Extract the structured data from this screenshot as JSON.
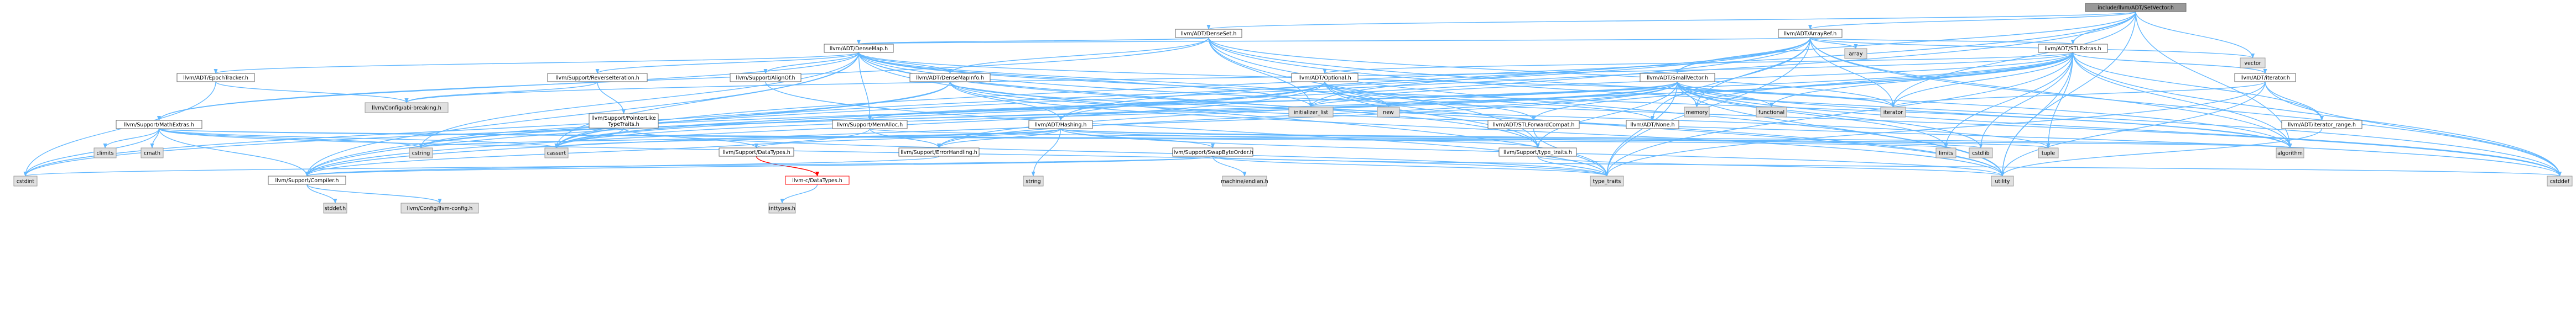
{
  "graph": {
    "styles": {
      "root": {
        "fill": "#999999",
        "stroke": "#666666",
        "edge": "#63b8ff"
      },
      "normal": {
        "fill": "#ffffff",
        "stroke": "#666666"
      },
      "system": {
        "fill": "#e0e0e0",
        "stroke": "#999999"
      },
      "red": {
        "fill": "#ffffff",
        "stroke": "#ff0000"
      }
    },
    "nodes": [
      {
        "id": "root",
        "label": "include/llvm/ADT/SetVector.h",
        "style": "root"
      },
      {
        "id": "denseset",
        "label": "llvm/ADT/DenseSet.h",
        "style": "normal"
      },
      {
        "id": "arrayref",
        "label": "llvm/ADT/ArrayRef.h",
        "style": "normal"
      },
      {
        "id": "densemap",
        "label": "llvm/ADT/DenseMap.h",
        "style": "normal"
      },
      {
        "id": "stlextras",
        "label": "llvm/ADT/STLExtras.h",
        "style": "normal"
      },
      {
        "id": "array",
        "label": "array",
        "style": "system"
      },
      {
        "id": "vector",
        "label": "vector",
        "style": "system"
      },
      {
        "id": "epoch",
        "label": "llvm/ADT/EpochTracker.h",
        "style": "normal"
      },
      {
        "id": "reverseiter",
        "label": "llvm/Support/ReverseIteration.h",
        "style": "normal"
      },
      {
        "id": "alignof",
        "label": "llvm/Support/AlignOf.h",
        "style": "normal"
      },
      {
        "id": "densemapinfo",
        "label": "llvm/ADT/DenseMapInfo.h",
        "style": "normal"
      },
      {
        "id": "optional",
        "label": "llvm/ADT/Optional.h",
        "style": "normal"
      },
      {
        "id": "smallvector",
        "label": "llvm/ADT/SmallVector.h",
        "style": "normal"
      },
      {
        "id": "iterator",
        "label": "llvm/ADT/iterator.h",
        "style": "normal"
      },
      {
        "id": "mathextras",
        "label": "llvm/Support/MathExtras.h",
        "style": "normal"
      },
      {
        "id": "abibreaking",
        "label": "llvm/Config/abi-breaking.h",
        "style": "system"
      },
      {
        "id": "pointerlike",
        "label": "llvm/Support/PointerLike\nTypeTraits.h",
        "style": "normal"
      },
      {
        "id": "memalloc",
        "label": "llvm/Support/MemAlloc.h",
        "style": "normal"
      },
      {
        "id": "hashing",
        "label": "llvm/ADT/Hashing.h",
        "style": "normal"
      },
      {
        "id": "initlist",
        "label": "initializer_list",
        "style": "system"
      },
      {
        "id": "new",
        "label": "new",
        "style": "system"
      },
      {
        "id": "stlfwd",
        "label": "llvm/ADT/STLForwardCompat.h",
        "style": "normal"
      },
      {
        "id": "none",
        "label": "llvm/ADT/None.h",
        "style": "normal"
      },
      {
        "id": "memory",
        "label": "memory",
        "style": "system"
      },
      {
        "id": "functional",
        "label": "functional",
        "style": "system"
      },
      {
        "id": "iteratorstd",
        "label": "iterator",
        "style": "system"
      },
      {
        "id": "iterrange",
        "label": "llvm/ADT/iterator_range.h",
        "style": "normal"
      },
      {
        "id": "climits",
        "label": "climits",
        "style": "system"
      },
      {
        "id": "cmath",
        "label": "cmath",
        "style": "system"
      },
      {
        "id": "cstring",
        "label": "cstring",
        "style": "system"
      },
      {
        "id": "cassert",
        "label": "cassert",
        "style": "system"
      },
      {
        "id": "datatypes",
        "label": "llvm/Support/DataTypes.h",
        "style": "normal"
      },
      {
        "id": "errhandling",
        "label": "llvm/Support/ErrorHandling.h",
        "style": "normal"
      },
      {
        "id": "swapbyte",
        "label": "llvm/Support/SwapByteOrder.h",
        "style": "normal"
      },
      {
        "id": "typetraitsllvm",
        "label": "llvm/Support/type_traits.h",
        "style": "normal"
      },
      {
        "id": "limits",
        "label": "limits",
        "style": "system"
      },
      {
        "id": "cstdlib",
        "label": "cstdlib",
        "style": "system"
      },
      {
        "id": "tuple",
        "label": "tuple",
        "style": "system"
      },
      {
        "id": "algorithm",
        "label": "algorithm",
        "style": "system"
      },
      {
        "id": "cstdint",
        "label": "cstdint",
        "style": "system"
      },
      {
        "id": "compiler",
        "label": "llvm/Support/Compiler.h",
        "style": "normal"
      },
      {
        "id": "cdatatypes",
        "label": "llvm-c/DataTypes.h",
        "style": "red"
      },
      {
        "id": "string",
        "label": "string",
        "style": "system"
      },
      {
        "id": "machineendian",
        "label": "machine/endian.h",
        "style": "system"
      },
      {
        "id": "typetraits",
        "label": "type_traits",
        "style": "system"
      },
      {
        "id": "utility",
        "label": "utility",
        "style": "system"
      },
      {
        "id": "cstddef",
        "label": "cstddef",
        "style": "system"
      },
      {
        "id": "stddef",
        "label": "stddef.h",
        "style": "system"
      },
      {
        "id": "llvmconfig",
        "label": "llvm/Config/llvm-config.h",
        "style": "system"
      },
      {
        "id": "inttypes",
        "label": "inttypes.h",
        "style": "system"
      }
    ],
    "edges": [
      [
        "root",
        "denseset"
      ],
      [
        "root",
        "arrayref"
      ],
      [
        "root",
        "stlextras"
      ],
      [
        "root",
        "smallvector"
      ],
      [
        "root",
        "compiler"
      ],
      [
        "root",
        "cassert"
      ],
      [
        "root",
        "iteratorstd"
      ],
      [
        "root",
        "vector"
      ],
      [
        "root",
        "utility"
      ],
      [
        "root",
        "algorithm"
      ],
      [
        "denseset",
        "densemap"
      ],
      [
        "denseset",
        "densemapinfo"
      ],
      [
        "denseset",
        "mathextras"
      ],
      [
        "denseset",
        "typetraitsllvm"
      ],
      [
        "denseset",
        "initlist"
      ],
      [
        "denseset",
        "utility"
      ],
      [
        "denseset",
        "cstddef"
      ],
      [
        "denseset",
        "algorithm"
      ],
      [
        "denseset",
        "iteratorstd"
      ],
      [
        "arrayref",
        "densemap"
      ],
      [
        "arrayref",
        "hashing"
      ],
      [
        "arrayref",
        "none"
      ],
      [
        "arrayref",
        "smallvector"
      ],
      [
        "arrayref",
        "stlextras"
      ],
      [
        "arrayref",
        "compiler"
      ],
      [
        "arrayref",
        "algorithm"
      ],
      [
        "arrayref",
        "array"
      ],
      [
        "arrayref",
        "cassert"
      ],
      [
        "arrayref",
        "cstddef"
      ],
      [
        "arrayref",
        "initlist"
      ],
      [
        "arrayref",
        "iteratorstd"
      ],
      [
        "arrayref",
        "memory"
      ],
      [
        "arrayref",
        "typetraits"
      ],
      [
        "arrayref",
        "vector"
      ],
      [
        "densemap",
        "densemapinfo"
      ],
      [
        "densemap",
        "epoch"
      ],
      [
        "densemap",
        "alignof"
      ],
      [
        "densemap",
        "compiler"
      ],
      [
        "densemap",
        "mathextras"
      ],
      [
        "densemap",
        "memalloc"
      ],
      [
        "densemap",
        "reverseiter"
      ],
      [
        "densemap",
        "typetraitsllvm"
      ],
      [
        "densemap",
        "algorithm"
      ],
      [
        "densemap",
        "cassert"
      ],
      [
        "densemap",
        "cstddef"
      ],
      [
        "densemap",
        "cstring"
      ],
      [
        "densemap",
        "initlist"
      ],
      [
        "densemap",
        "iteratorstd"
      ],
      [
        "densemap",
        "new"
      ],
      [
        "densemap",
        "typetraits"
      ],
      [
        "densemap",
        "utility"
      ],
      [
        "stlextras",
        "optional"
      ],
      [
        "stlextras",
        "stlfwd"
      ],
      [
        "stlextras",
        "iterator"
      ],
      [
        "stlextras",
        "iterrange"
      ],
      [
        "stlextras",
        "abibreaking"
      ],
      [
        "stlextras",
        "errhandling"
      ],
      [
        "stlextras",
        "algorithm"
      ],
      [
        "stlextras",
        "cassert"
      ],
      [
        "stlextras",
        "cstddef"
      ],
      [
        "stlextras",
        "cstdint"
      ],
      [
        "stlextras",
        "cstdlib"
      ],
      [
        "stlextras",
        "functional"
      ],
      [
        "stlextras",
        "initlist"
      ],
      [
        "stlextras",
        "iteratorstd"
      ],
      [
        "stlextras",
        "limits"
      ],
      [
        "stlextras",
        "memory"
      ],
      [
        "stlextras",
        "tuple"
      ],
      [
        "stlextras",
        "typetraits"
      ],
      [
        "stlextras",
        "utility"
      ],
      [
        "epoch",
        "abibreaking"
      ],
      [
        "epoch",
        "cstdint"
      ],
      [
        "reverseiter",
        "abibreaking"
      ],
      [
        "reverseiter",
        "pointerlike"
      ],
      [
        "alignof",
        "typetraits"
      ],
      [
        "densemapinfo",
        "hashing"
      ],
      [
        "densemapinfo",
        "cassert"
      ],
      [
        "densemapinfo",
        "cstddef"
      ],
      [
        "densemapinfo",
        "cstdint"
      ],
      [
        "densemapinfo",
        "tuple"
      ],
      [
        "densemapinfo",
        "utility"
      ],
      [
        "optional",
        "hashing"
      ],
      [
        "optional",
        "none"
      ],
      [
        "optional",
        "stlfwd"
      ],
      [
        "optional",
        "compiler"
      ],
      [
        "optional",
        "typetraitsllvm"
      ],
      [
        "optional",
        "cassert"
      ],
      [
        "optional",
        "cstring"
      ],
      [
        "optional",
        "new"
      ],
      [
        "optional",
        "utility"
      ],
      [
        "smallvector",
        "compiler"
      ],
      [
        "smallvector",
        "errhandling"
      ],
      [
        "smallvector",
        "memalloc"
      ],
      [
        "smallvector",
        "typetraitsllvm"
      ],
      [
        "smallvector",
        "algorithm"
      ],
      [
        "smallvector",
        "cassert"
      ],
      [
        "smallvector",
        "cstddef"
      ],
      [
        "smallvector",
        "cstdlib"
      ],
      [
        "smallvector",
        "cstring"
      ],
      [
        "smallvector",
        "functional"
      ],
      [
        "smallvector",
        "initlist"
      ],
      [
        "smallvector",
        "iteratorstd"
      ],
      [
        "smallvector",
        "limits"
      ],
      [
        "smallvector",
        "memory"
      ],
      [
        "smallvector",
        "new"
      ],
      [
        "smallvector",
        "typetraits"
      ],
      [
        "smallvector",
        "utility"
      ],
      [
        "iterator",
        "iterrange"
      ],
      [
        "iterator",
        "cstddef"
      ],
      [
        "iterator",
        "iteratorstd"
      ],
      [
        "iterator",
        "typetraits"
      ],
      [
        "iterator",
        "utility"
      ],
      [
        "mathextras",
        "compiler"
      ],
      [
        "mathextras",
        "algorithm"
      ],
      [
        "mathextras",
        "cassert"
      ],
      [
        "mathextras",
        "climits"
      ],
      [
        "mathextras",
        "cmath"
      ],
      [
        "mathextras",
        "cstdint"
      ],
      [
        "mathextras",
        "cstring"
      ],
      [
        "mathextras",
        "limits"
      ],
      [
        "mathextras",
        "typetraits"
      ],
      [
        "pointerlike",
        "datatypes"
      ],
      [
        "pointerlike",
        "cassert"
      ],
      [
        "pointerlike",
        "typetraits"
      ],
      [
        "memalloc",
        "compiler"
      ],
      [
        "memalloc",
        "errhandling"
      ],
      [
        "memalloc",
        "cstdlib"
      ],
      [
        "hashing",
        "errhandling"
      ],
      [
        "hashing",
        "datatypes"
      ],
      [
        "hashing",
        "swapbyte"
      ],
      [
        "hashing",
        "typetraitsllvm"
      ],
      [
        "hashing",
        "algorithm"
      ],
      [
        "hashing",
        "cassert"
      ],
      [
        "hashing",
        "cstring"
      ],
      [
        "hashing",
        "string"
      ],
      [
        "hashing",
        "tuple"
      ],
      [
        "hashing",
        "utility"
      ],
      [
        "stlfwd",
        "typetraits"
      ],
      [
        "iterrange",
        "utility"
      ],
      [
        "datatypes",
        "cdatatypes"
      ],
      [
        "errhandling",
        "compiler"
      ],
      [
        "swapbyte",
        "compiler"
      ],
      [
        "swapbyte",
        "cstddef"
      ],
      [
        "swapbyte",
        "cstdint"
      ],
      [
        "swapbyte",
        "typetraits"
      ],
      [
        "swapbyte",
        "machineendian"
      ],
      [
        "typetraitsllvm",
        "typetraits"
      ],
      [
        "typetraitsllvm",
        "utility"
      ],
      [
        "compiler",
        "llvmconfig"
      ],
      [
        "compiler",
        "stddef"
      ],
      [
        "cdatatypes",
        "inttypes"
      ]
    ]
  }
}
